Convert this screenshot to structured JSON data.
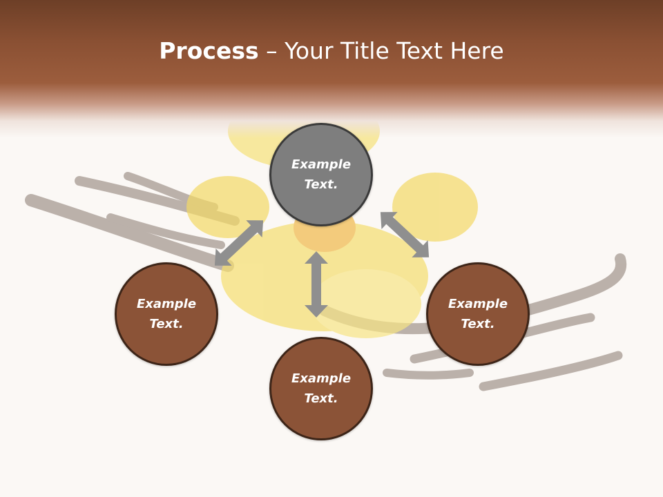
{
  "slide": {
    "title_bold": "Process",
    "title_rest": " – Your Title Text Here"
  },
  "nodes": {
    "center": {
      "line1": "Example",
      "line2": "Text."
    },
    "left": {
      "line1": "Example",
      "line2": "Text."
    },
    "right": {
      "line1": "Example",
      "line2": "Text."
    },
    "bottom": {
      "line1": "Example",
      "line2": "Text."
    }
  },
  "colors": {
    "header_brown": "#8a5033",
    "node_brown": "#8b5337",
    "node_gray": "#7e7e7e",
    "arrow_gray": "#8f8f8f",
    "background": "#fbf8f5"
  },
  "icons": {
    "arrow": "double-headed-arrow"
  }
}
